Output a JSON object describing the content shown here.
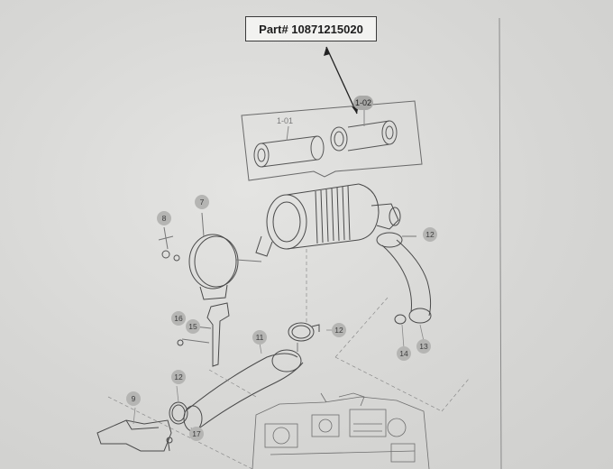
{
  "part_box": {
    "label": "Part# 10871215020"
  },
  "callouts": {
    "c101": "1-01",
    "c102": "1-02",
    "c7": "7",
    "c8": "8",
    "c12a": "12",
    "c12b": "12",
    "c12c": "12",
    "c11": "11",
    "c13": "13",
    "c14": "14",
    "c15": "15",
    "c16": "16",
    "c9": "9",
    "c17": "17"
  }
}
